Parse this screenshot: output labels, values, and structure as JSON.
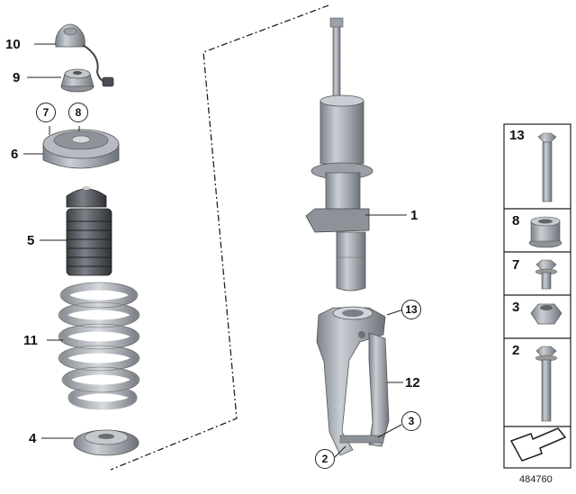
{
  "callouts": {
    "p10": "10",
    "p9": "9",
    "p7": "7",
    "p8": "8",
    "p6": "6",
    "p5": "5",
    "p11": "11",
    "p4": "4",
    "p1": "1",
    "p13": "13",
    "p12": "12",
    "p3": "3",
    "p2": "2"
  },
  "sidebar": {
    "items": [
      {
        "label": "13",
        "icon": "hex-bolt-long-icon"
      },
      {
        "label": "8",
        "icon": "hex-nut-flanged-icon"
      },
      {
        "label": "7",
        "icon": "hex-bolt-short-icon"
      },
      {
        "label": "3",
        "icon": "hex-nut-icon"
      },
      {
        "label": "2",
        "icon": "hex-bolt-long-icon"
      }
    ],
    "nav_icon": "arrow-down-left-icon"
  },
  "catalog_number": "484760"
}
